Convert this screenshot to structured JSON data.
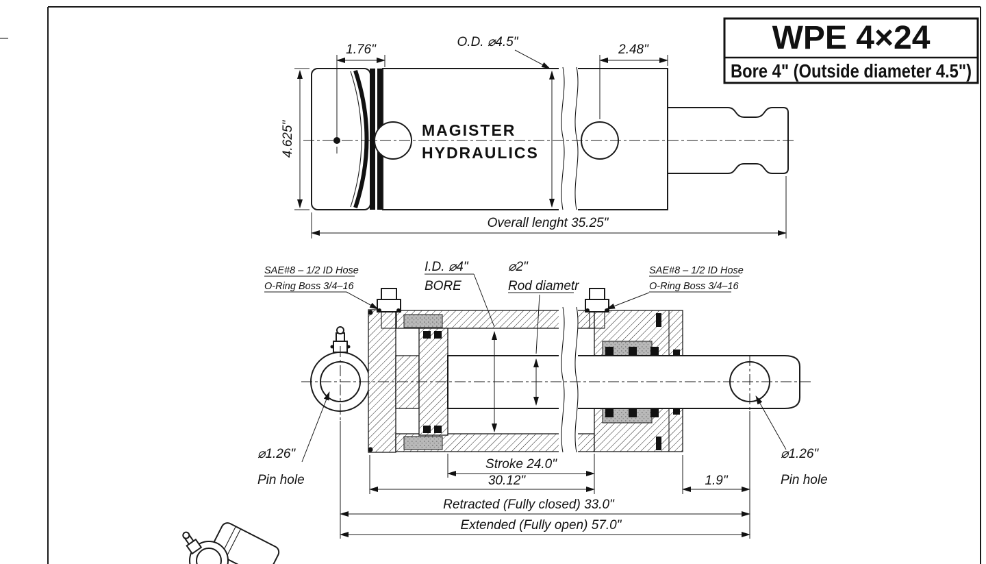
{
  "title_block": {
    "model": "WPE 4×24",
    "subtitle": "Bore 4\" (Outside diameter 4.5\")"
  },
  "branding": {
    "line1": "MAGISTER",
    "line2": "HYDRAULICS"
  },
  "top_view": {
    "dim_port_left": "1.76\"",
    "dim_od": "O.D. ⌀4.5\"",
    "dim_port_right": "2.48\"",
    "dim_height": "4.625\"",
    "dim_overall": "Overall lenght 35.25\""
  },
  "section_view": {
    "port_left": {
      "line1": "SAE#8 – 1/2 ID Hose",
      "line2": "O-Ring Boss 3/4–16"
    },
    "port_right": {
      "line1": "SAE#8 – 1/2 ID Hose",
      "line2": "O-Ring Boss 3/4–16"
    },
    "bore": {
      "line1": "I.D. ⌀4\"",
      "line2": "BORE"
    },
    "rod": {
      "line1": "⌀2\"",
      "line2": "Rod diametr"
    },
    "pin_left": {
      "line1": "⌀1.26\"",
      "line2": "Pin hole"
    },
    "pin_right": {
      "line1": "⌀1.26\"",
      "line2": "Pin hole"
    },
    "dim_stroke": "Stroke 24.0\"",
    "dim_base_to_gland": "30.12\"",
    "dim_gland_to_pin": "1.9\"",
    "dim_retracted": "Retracted (Fully closed) 33.0\"",
    "dim_extended": "Extended (Fully open) 57.0\""
  },
  "colors": {
    "line": "#1a1a1a",
    "paper": "#ffffff"
  }
}
